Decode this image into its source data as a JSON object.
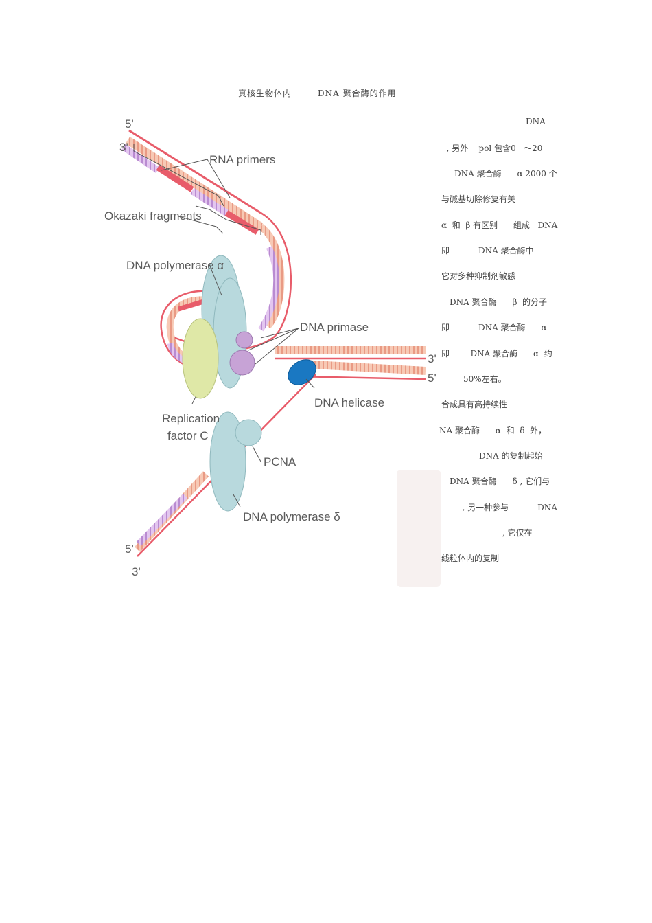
{
  "caption": {
    "left": "真核生物体内",
    "right": "DNA 聚合酶的作用"
  },
  "diagram": {
    "end_5_top": "5'",
    "end_3_top": "3'",
    "end_3_right": "3'",
    "end_5_right": "5'",
    "end_5_bottom": "5'",
    "end_3_bottom": "3'",
    "rna_primers": "RNA primers",
    "okazaki": "Okazaki fragments",
    "pol_alpha": "DNA polymerase α",
    "primase": "DNA primase",
    "helicase": "DNA helicase",
    "rfc_line1": "Replication",
    "rfc_line2": "factor C",
    "pcna": "PCNA",
    "pol_delta": "DNA polymerase δ"
  },
  "side_text": [
    {
      "t": "DNA"
    },
    {
      "t": "  , 另外    pol 包含0   ～20"
    },
    {
      "t": "DNA 聚合酶      α 2000 个"
    },
    {
      "t": "与碱基切除修复有关"
    },
    {
      "t": "α  和  β 有区别      组成   DNA"
    },
    {
      "t": "即           DNA 聚合酶中"
    },
    {
      "t": "它对多种抑制剂敏感"
    },
    {
      "t": "DNA 聚合酶      β  的分子"
    },
    {
      "t": "即           DNA 聚合酶      α"
    },
    {
      "t": "即        DNA 聚合酶      α  约"
    },
    {
      "t": "50%左右。"
    },
    {
      "t": "合成具有高持续性"
    },
    {
      "t": "NA 聚合酶      α  和  δ  外，"
    },
    {
      "t": "DNA 的复制起始"
    },
    {
      "t": "DNA 聚合酶      δ , 它们与"
    },
    {
      "t": "        , 另一种参与           DNA"
    },
    {
      "t": ", 它仅在"
    },
    {
      "t": "线粒体内的复制"
    }
  ]
}
